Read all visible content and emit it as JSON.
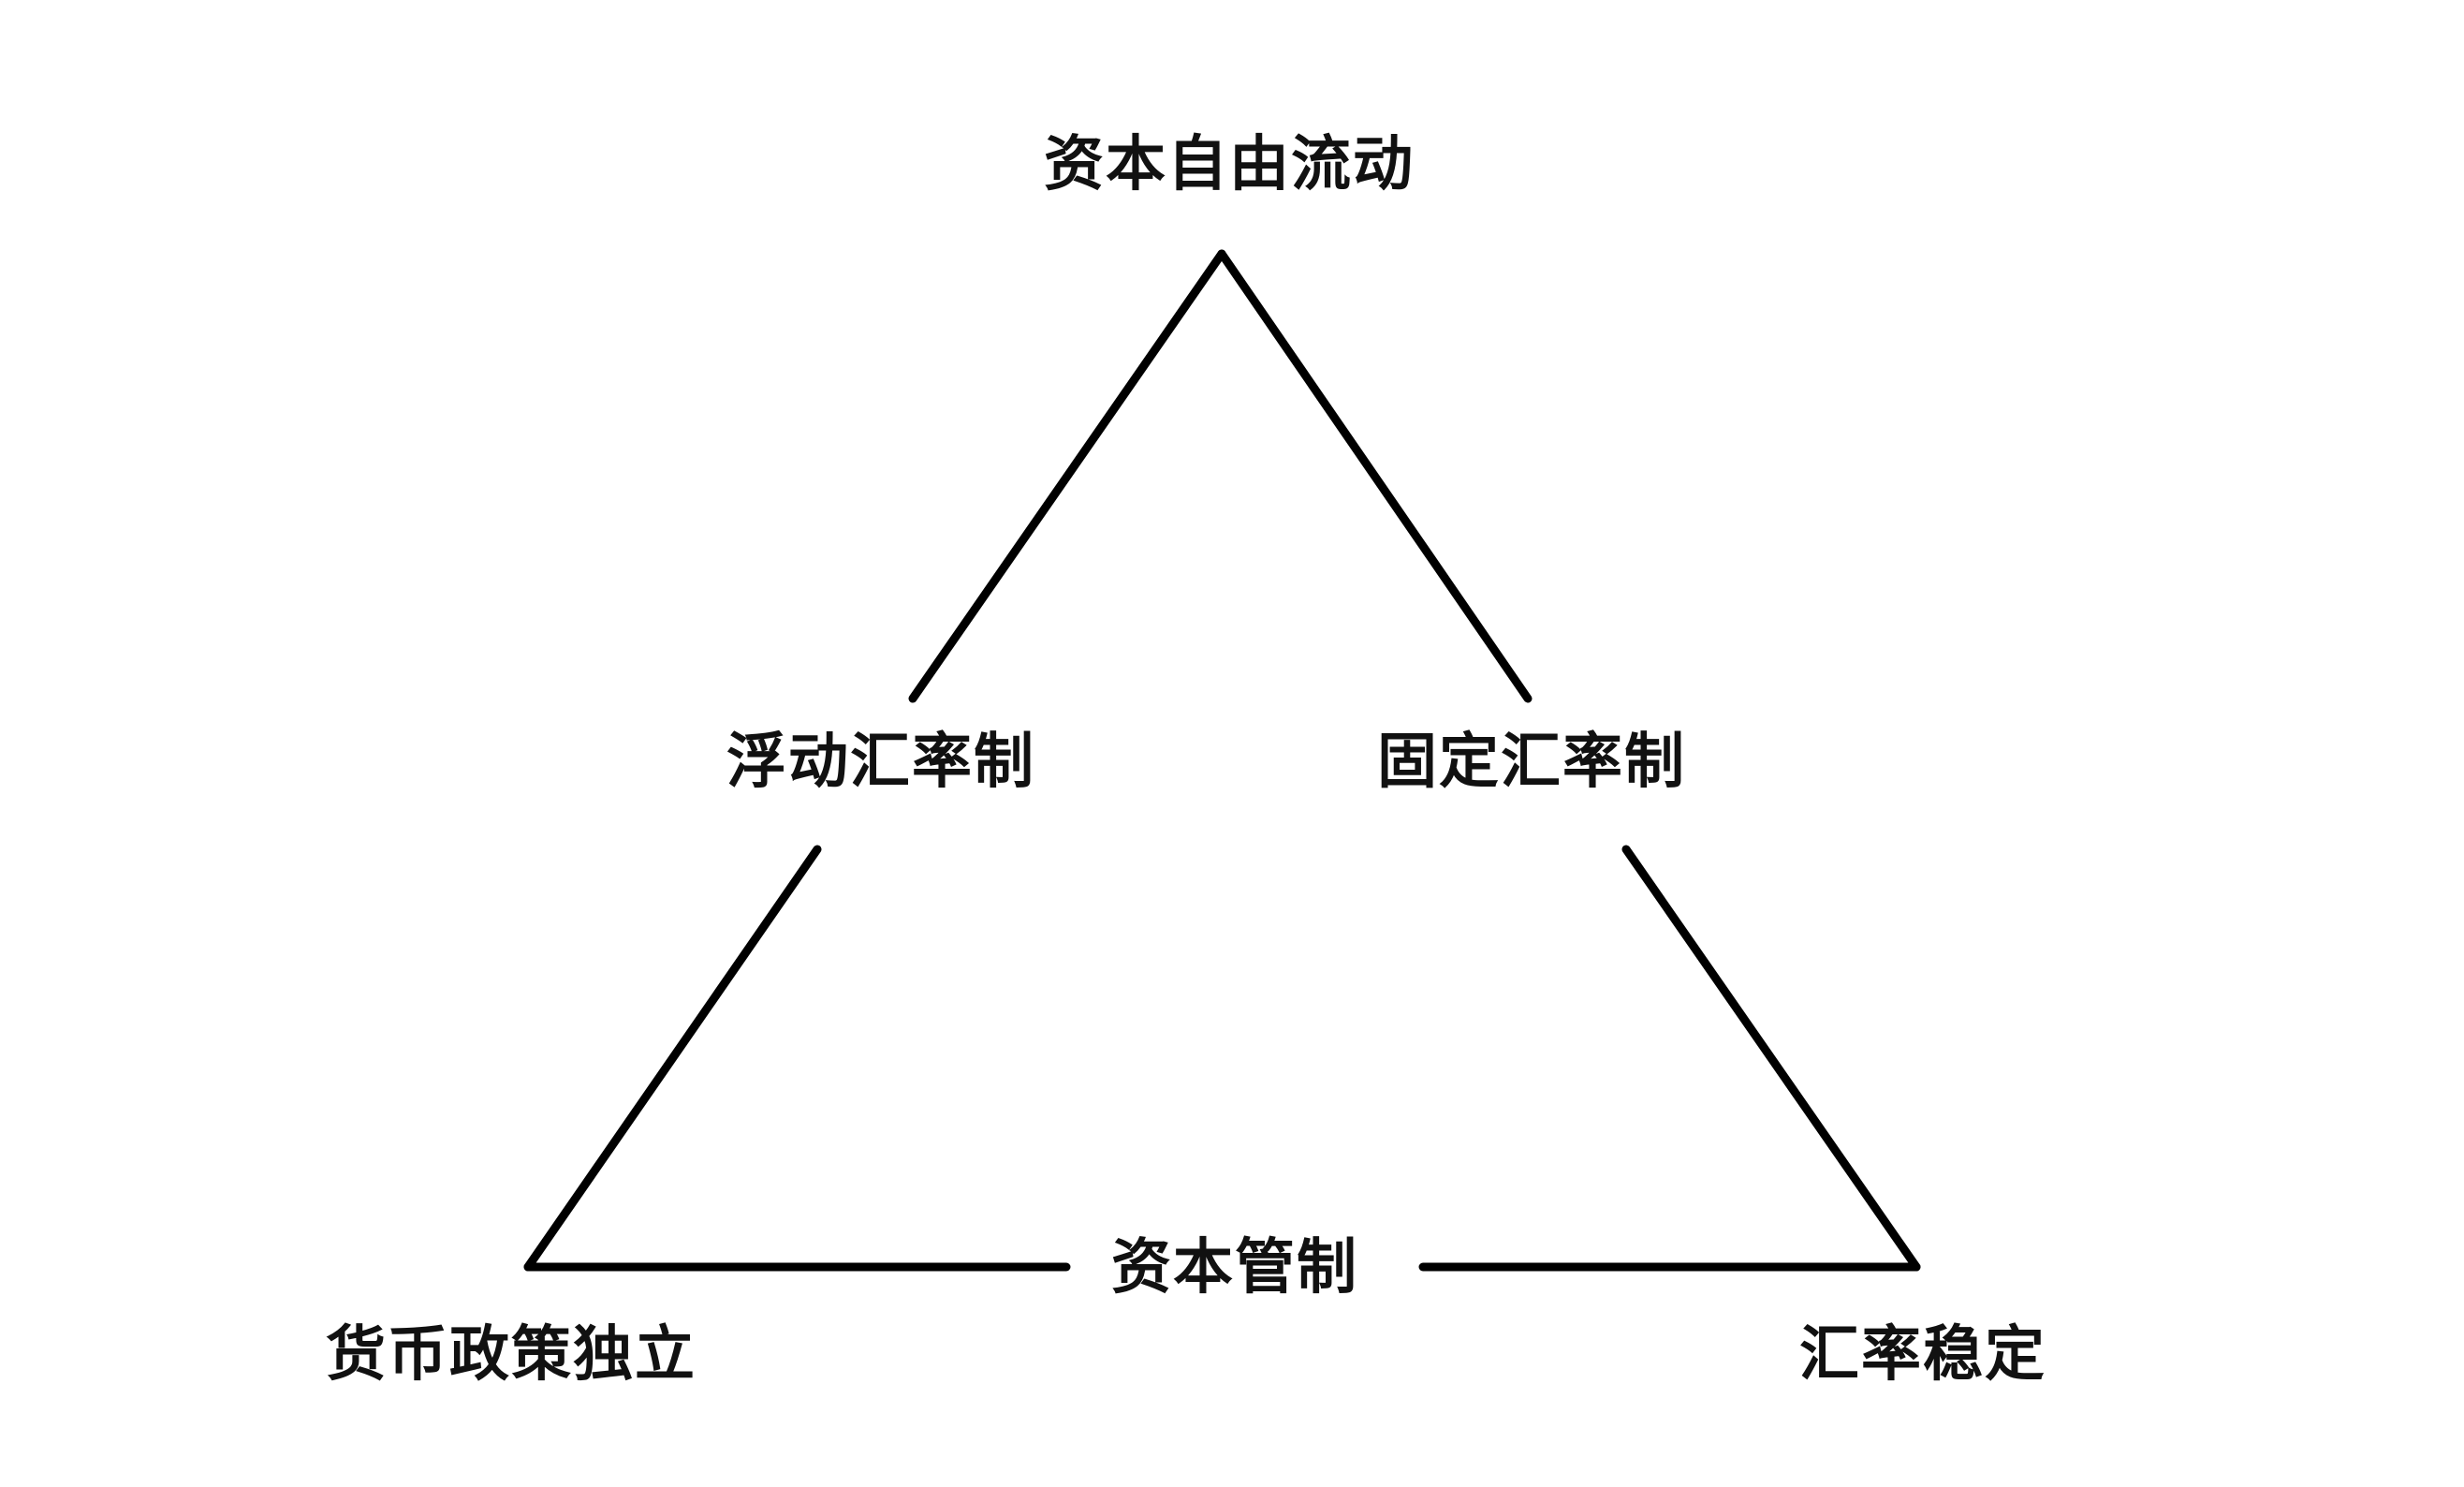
{
  "diagram": {
    "title": "资本自由流动",
    "nodes": {
      "top": "资本自由流动",
      "bottom_left": "货币政策独立",
      "bottom_right": "汇率稳定"
    },
    "edges": {
      "left": "浮动汇率制",
      "right": "固定汇率制",
      "bottom": "资本管制"
    },
    "line_color": "#000000"
  }
}
